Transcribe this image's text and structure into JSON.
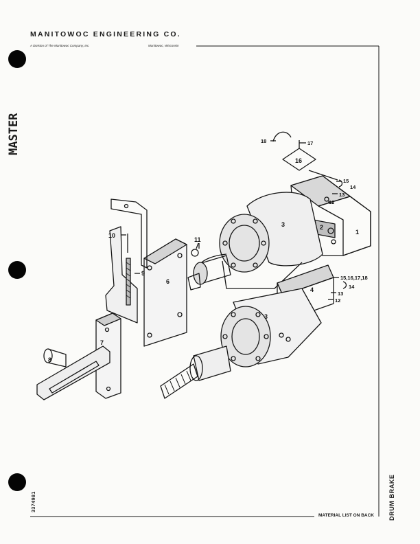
{
  "header": {
    "company": "MANITOWOC ENGINEERING CO.",
    "division": "A Division of The Manitowoc Company, Inc.",
    "location": "Manitowoc, Wisconsin"
  },
  "stamp": "MASTER",
  "document_number": "3374981",
  "subject": "DRUM BRAKE",
  "footer": "MATERIAL LIST ON BACK",
  "callouts": {
    "c1": "1",
    "c2": "2",
    "c3a": "3",
    "c3b": "3",
    "c4": "4",
    "c6": "6",
    "c7": "7",
    "c8": "8",
    "c9": "9",
    "c10": "10",
    "c11": "11",
    "c12a": "12",
    "c13a": "13",
    "c14a": "14",
    "c15a": "15",
    "c16": "16",
    "c17": "17",
    "c18": "18",
    "c15_18": "15,16,17,18",
    "c14b": "14",
    "c13b": "13",
    "c12b": "12"
  }
}
